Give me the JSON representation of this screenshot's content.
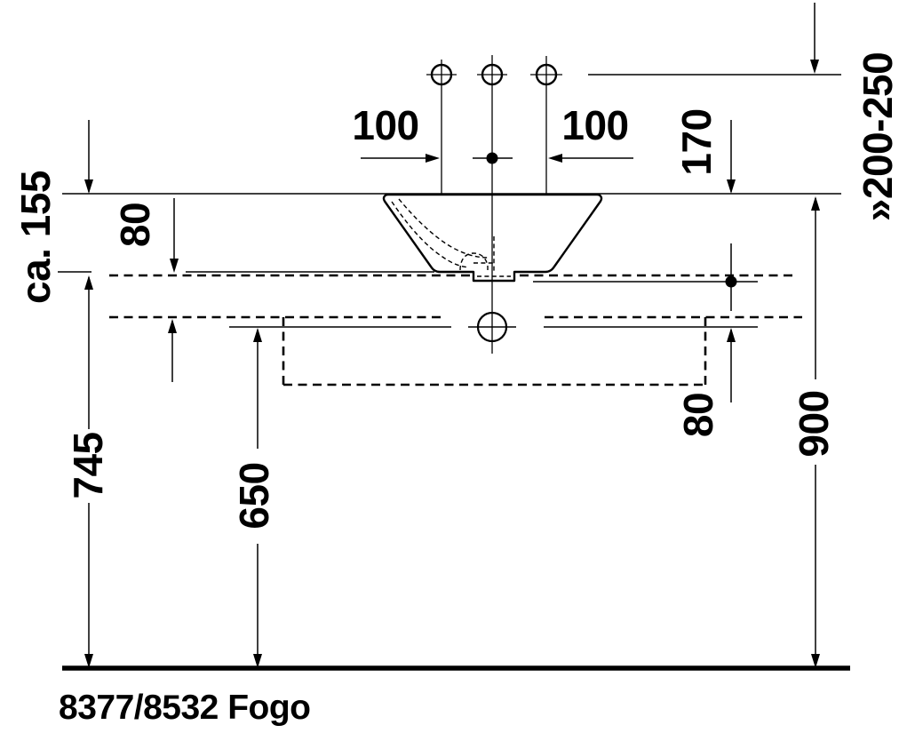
{
  "drawing": {
    "title": "8377/8532 Fogo",
    "labels": {
      "basin_height": "ca. 155",
      "hole_spacing_left": "100",
      "hole_spacing_right": "100",
      "spout_height": "170",
      "supply_range": "»200-250",
      "panel_thickness_left": "80",
      "panel_offset_right": "80",
      "console_top_height": "745",
      "frame_height": "650",
      "rim_height": "900"
    },
    "colors": {
      "line": "#000000",
      "background": "#ffffff"
    }
  }
}
